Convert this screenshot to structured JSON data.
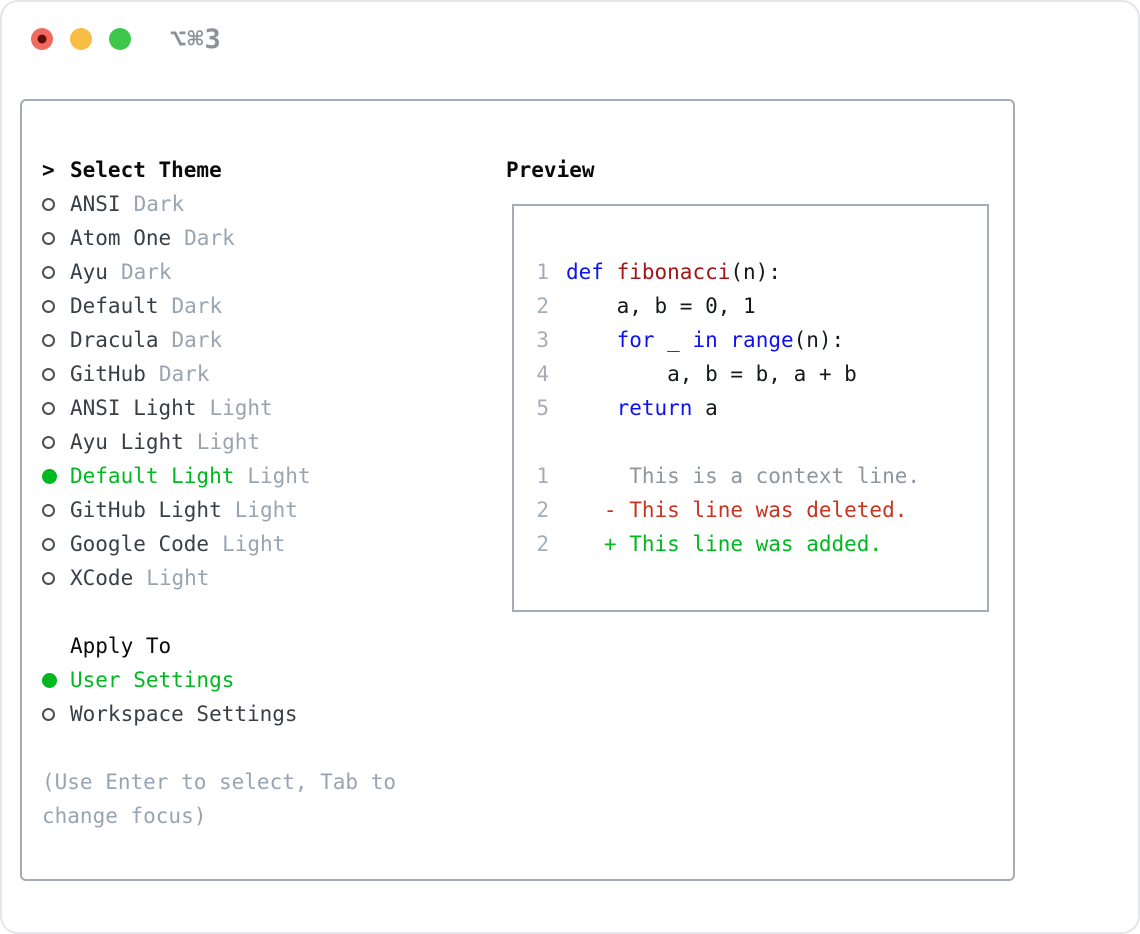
{
  "window": {
    "shortcut": "⌥⌘3",
    "traffic_lights": [
      {
        "name": "close",
        "color": "#f16a5d",
        "dot_color": "#5f0e08"
      },
      {
        "name": "minimize",
        "color": "#f7bd45",
        "dot_color": ""
      },
      {
        "name": "zoom",
        "color": "#3ec74b",
        "dot_color": ""
      }
    ]
  },
  "theme_picker": {
    "cursor": ">",
    "title": "Select Theme",
    "items": [
      {
        "label": "ANSI",
        "tag": "Dark",
        "selected": false
      },
      {
        "label": "Atom One",
        "tag": "Dark",
        "selected": false
      },
      {
        "label": "Ayu",
        "tag": "Dark",
        "selected": false
      },
      {
        "label": "Default",
        "tag": "Dark",
        "selected": false
      },
      {
        "label": "Dracula",
        "tag": "Dark",
        "selected": false
      },
      {
        "label": "GitHub",
        "tag": "Dark",
        "selected": false
      },
      {
        "label": "ANSI Light",
        "tag": "Light",
        "selected": false
      },
      {
        "label": "Ayu Light",
        "tag": "Light",
        "selected": false
      },
      {
        "label": "Default Light",
        "tag": "Light",
        "selected": true
      },
      {
        "label": "GitHub Light",
        "tag": "Light",
        "selected": false
      },
      {
        "label": "Google Code",
        "tag": "Light",
        "selected": false
      },
      {
        "label": "XCode",
        "tag": "Light",
        "selected": false
      }
    ],
    "apply_to": {
      "title": "Apply To",
      "options": [
        {
          "label": "User Settings",
          "selected": true
        },
        {
          "label": "Workspace Settings",
          "selected": false
        }
      ]
    },
    "hint": "(Use Enter to select, Tab to change focus)"
  },
  "preview": {
    "title": "Preview",
    "colors": {
      "keyword": "#0d12f5",
      "function": "#a31515",
      "plain": "#15181c",
      "context": "#8d969e",
      "deleted": "#c93421",
      "added": "#00b81f",
      "line_number": "#a3adb8",
      "selected_green": "#00b81f"
    },
    "code_lines": [
      {
        "num": "1",
        "tokens": [
          {
            "text": "def",
            "style": "keyword"
          },
          {
            "text": " ",
            "style": "plain"
          },
          {
            "text": "fibonacci",
            "style": "function"
          },
          {
            "text": "(n):",
            "style": "plain"
          }
        ]
      },
      {
        "num": "2",
        "tokens": [
          {
            "text": "    a, b = 0, 1",
            "style": "plain"
          }
        ]
      },
      {
        "num": "3",
        "tokens": [
          {
            "text": "    ",
            "style": "plain"
          },
          {
            "text": "for",
            "style": "keyword"
          },
          {
            "text": " _ ",
            "style": "plain"
          },
          {
            "text": "in",
            "style": "keyword"
          },
          {
            "text": " ",
            "style": "plain"
          },
          {
            "text": "range",
            "style": "keyword"
          },
          {
            "text": "(n):",
            "style": "plain"
          }
        ]
      },
      {
        "num": "4",
        "tokens": [
          {
            "text": "        a, b = b, a + b",
            "style": "plain"
          }
        ]
      },
      {
        "num": "5",
        "tokens": [
          {
            "text": "    ",
            "style": "plain"
          },
          {
            "text": "return",
            "style": "keyword"
          },
          {
            "text": " a",
            "style": "plain"
          }
        ]
      },
      {
        "num": "",
        "tokens": []
      },
      {
        "num": "1",
        "tokens": [
          {
            "text": "     This is a context line.",
            "style": "context"
          }
        ]
      },
      {
        "num": "2",
        "tokens": [
          {
            "text": "   - This line was deleted.",
            "style": "deleted"
          }
        ]
      },
      {
        "num": "2",
        "tokens": [
          {
            "text": "   + This line was added.",
            "style": "added"
          }
        ]
      }
    ]
  }
}
